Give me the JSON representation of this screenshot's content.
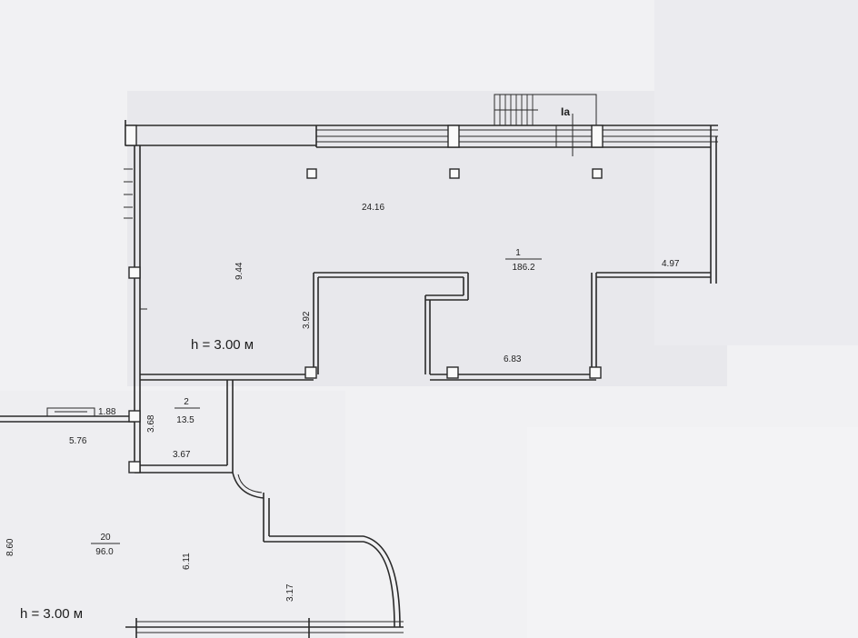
{
  "plan": {
    "ceiling_top": "h = 3.00 м",
    "ceiling_bottom": "h = 3.00 м",
    "stair_label": "Ia",
    "rooms": [
      {
        "number": "1",
        "area": "186.2"
      },
      {
        "number": "2",
        "area": "13.5"
      },
      {
        "number": "20",
        "area": "96.0"
      }
    ],
    "dims": {
      "top_width": "24.16",
      "left_height": "9.44",
      "right_step": "4.97",
      "inner_height": "3.92",
      "inner_width": "6.83",
      "room2_height": "3.68",
      "room2_width": "3.67",
      "left_small": "1.88",
      "left_width": "5.76",
      "far_left_height": "8.60",
      "room20_height": "6.11",
      "corridor_height": "3.17"
    },
    "colors": {
      "paper": "#f1f1f3",
      "ink": "#2a2a2a"
    }
  }
}
